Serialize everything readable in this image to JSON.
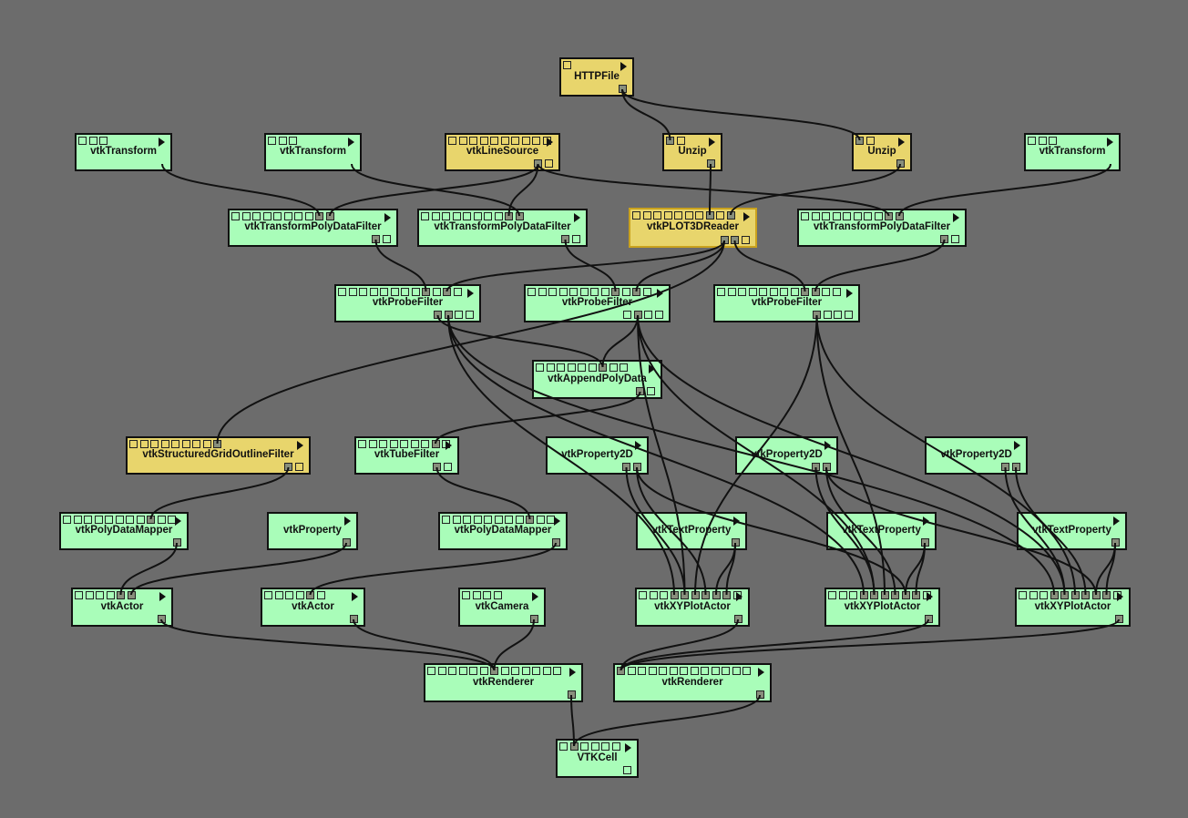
{
  "colors": {
    "background": "#6c6c6c",
    "module": "#a9fdb9",
    "input_module": "#e8d56c",
    "selected_border": "#c9a21e",
    "cell": "#a9fdb9"
  },
  "modules": [
    {
      "label": "HTTPFile",
      "kind": "input_module"
    },
    {
      "label": "vtkTransform",
      "kind": "module"
    },
    {
      "label": "vtkTransform",
      "kind": "module"
    },
    {
      "label": "vtkLineSource",
      "kind": "input_module"
    },
    {
      "label": "Unzip",
      "kind": "input_module"
    },
    {
      "label": "Unzip",
      "kind": "input_module"
    },
    {
      "label": "vtkTransform",
      "kind": "module"
    },
    {
      "label": "vtkTransformPolyDataFilter",
      "kind": "module"
    },
    {
      "label": "vtkTransformPolyDataFilter",
      "kind": "module"
    },
    {
      "label": "vtkPLOT3DReader",
      "kind": "input_module",
      "selected": true
    },
    {
      "label": "vtkTransformPolyDataFilter",
      "kind": "module"
    },
    {
      "label": "vtkProbeFilter",
      "kind": "module"
    },
    {
      "label": "vtkProbeFilter",
      "kind": "module"
    },
    {
      "label": "vtkProbeFilter",
      "kind": "module"
    },
    {
      "label": "vtkAppendPolyData",
      "kind": "module"
    },
    {
      "label": "vtkStructuredGridOutlineFilter",
      "kind": "input_module"
    },
    {
      "label": "vtkTubeFilter",
      "kind": "module"
    },
    {
      "label": "vtkProperty2D",
      "kind": "module"
    },
    {
      "label": "vtkProperty2D",
      "kind": "module"
    },
    {
      "label": "vtkProperty2D",
      "kind": "module"
    },
    {
      "label": "vtkPolyDataMapper",
      "kind": "module"
    },
    {
      "label": "vtkProperty",
      "kind": "module"
    },
    {
      "label": "vtkPolyDataMapper",
      "kind": "module"
    },
    {
      "label": "vtkTextProperty",
      "kind": "module"
    },
    {
      "label": "vtkTextProperty",
      "kind": "module"
    },
    {
      "label": "vtkTextProperty",
      "kind": "module"
    },
    {
      "label": "vtkActor",
      "kind": "module"
    },
    {
      "label": "vtkActor",
      "kind": "module"
    },
    {
      "label": "vtkCamera",
      "kind": "module"
    },
    {
      "label": "vtkXYPlotActor",
      "kind": "module"
    },
    {
      "label": "vtkXYPlotActor",
      "kind": "module"
    },
    {
      "label": "vtkXYPlotActor",
      "kind": "module"
    },
    {
      "label": "vtkRenderer",
      "kind": "module"
    },
    {
      "label": "vtkRenderer",
      "kind": "module"
    },
    {
      "label": "VTKCell",
      "kind": "cell"
    }
  ],
  "connections": [
    [
      0,
      0,
      4,
      0
    ],
    [
      0,
      0,
      5,
      0
    ],
    [
      1,
      0,
      7,
      8
    ],
    [
      3,
      0,
      7,
      9
    ],
    [
      3,
      0,
      8,
      8
    ],
    [
      2,
      0,
      8,
      9
    ],
    [
      3,
      0,
      10,
      8
    ],
    [
      6,
      0,
      10,
      9
    ],
    [
      4,
      0,
      9,
      7
    ],
    [
      5,
      0,
      9,
      9
    ],
    [
      7,
      0,
      11,
      8
    ],
    [
      9,
      0,
      11,
      10
    ],
    [
      8,
      0,
      12,
      8
    ],
    [
      9,
      0,
      12,
      10
    ],
    [
      9,
      1,
      13,
      8
    ],
    [
      10,
      0,
      13,
      9
    ],
    [
      9,
      0,
      15,
      8
    ],
    [
      11,
      0,
      14,
      6
    ],
    [
      12,
      1,
      14,
      6
    ],
    [
      14,
      0,
      16,
      7
    ],
    [
      11,
      1,
      29,
      3
    ],
    [
      11,
      1,
      30,
      3
    ],
    [
      11,
      1,
      31,
      3
    ],
    [
      12,
      1,
      29,
      4
    ],
    [
      12,
      1,
      30,
      4
    ],
    [
      12,
      1,
      31,
      4
    ],
    [
      13,
      0,
      29,
      5
    ],
    [
      13,
      0,
      30,
      5
    ],
    [
      13,
      0,
      31,
      5
    ],
    [
      17,
      0,
      29,
      4
    ],
    [
      17,
      1,
      29,
      6
    ],
    [
      18,
      0,
      30,
      4
    ],
    [
      18,
      1,
      30,
      6
    ],
    [
      19,
      0,
      31,
      4
    ],
    [
      19,
      1,
      31,
      6
    ],
    [
      17,
      1,
      30,
      7
    ],
    [
      18,
      1,
      31,
      7
    ],
    [
      23,
      0,
      29,
      7
    ],
    [
      23,
      0,
      29,
      8
    ],
    [
      24,
      0,
      30,
      7
    ],
    [
      24,
      0,
      30,
      8
    ],
    [
      25,
      0,
      31,
      7
    ],
    [
      25,
      0,
      31,
      8
    ],
    [
      15,
      0,
      20,
      8
    ],
    [
      16,
      0,
      22,
      8
    ],
    [
      20,
      0,
      26,
      4
    ],
    [
      21,
      0,
      26,
      5
    ],
    [
      22,
      0,
      27,
      4
    ],
    [
      26,
      0,
      32,
      6
    ],
    [
      27,
      0,
      32,
      6
    ],
    [
      28,
      0,
      32,
      6
    ],
    [
      29,
      0,
      33,
      0
    ],
    [
      30,
      0,
      33,
      0
    ],
    [
      31,
      0,
      33,
      0
    ],
    [
      32,
      0,
      34,
      1
    ],
    [
      33,
      0,
      34,
      1
    ]
  ]
}
